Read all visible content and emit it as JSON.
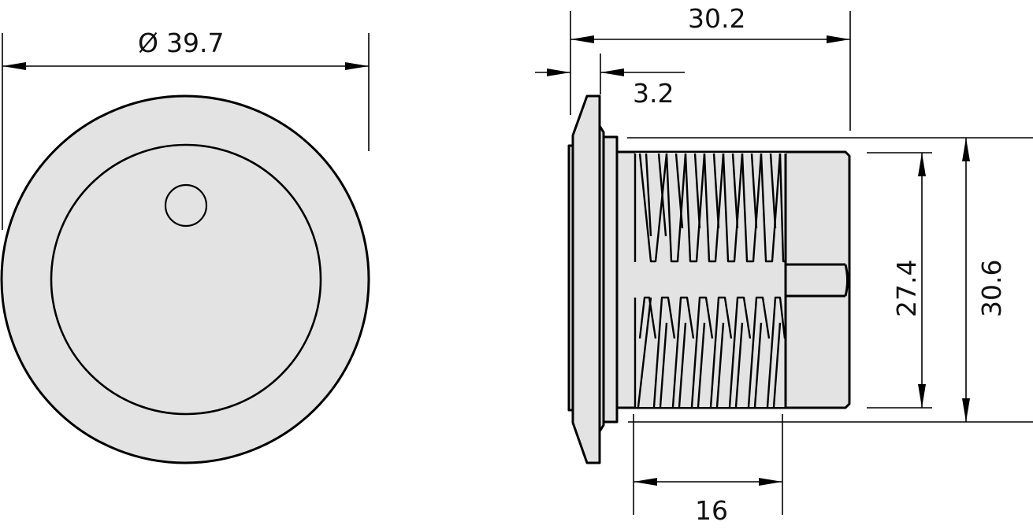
{
  "drawing": {
    "type": "technical dimension drawing",
    "views": [
      "front-view",
      "side-view"
    ],
    "colors": {
      "fill": "#e3e3e3",
      "stroke": "#000000",
      "background": "#ffffff"
    }
  },
  "front_view": {
    "diameter_symbol": "Ø",
    "diameter_label": "39.7",
    "features": [
      "outer-flange-ring",
      "inner-face",
      "keyhole-indicator"
    ]
  },
  "side_view": {
    "overall_length_label": "30.2",
    "flange_thickness_label": "3.2",
    "thread_length_label": "16",
    "body_diameter_label": "27.4",
    "thread_diameter_label": "30.6"
  }
}
